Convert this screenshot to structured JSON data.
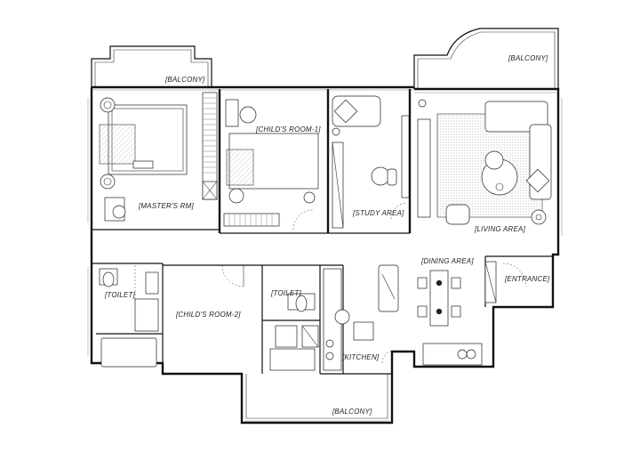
{
  "rooms": {
    "balcony_top_left": "[BALCONY]",
    "balcony_top_right": "[BALCONY]",
    "master_rm": "[MASTER'S RM]",
    "childs_room_1": "[CHILD'S ROOM-1]",
    "study_area": "[STUDY AREA]",
    "living_area": "[LIVING AREA]",
    "dining_area": "[DINING AREA]",
    "entrance": "[ENTRANCE]",
    "toilet_left": "[TOILET]",
    "childs_room_2": "[CHILD'S ROOM-2]",
    "toilet_center": "[TOILET]",
    "kitchen": "[KITCHEN]",
    "balcony_bottom": "[BALCONY]"
  }
}
